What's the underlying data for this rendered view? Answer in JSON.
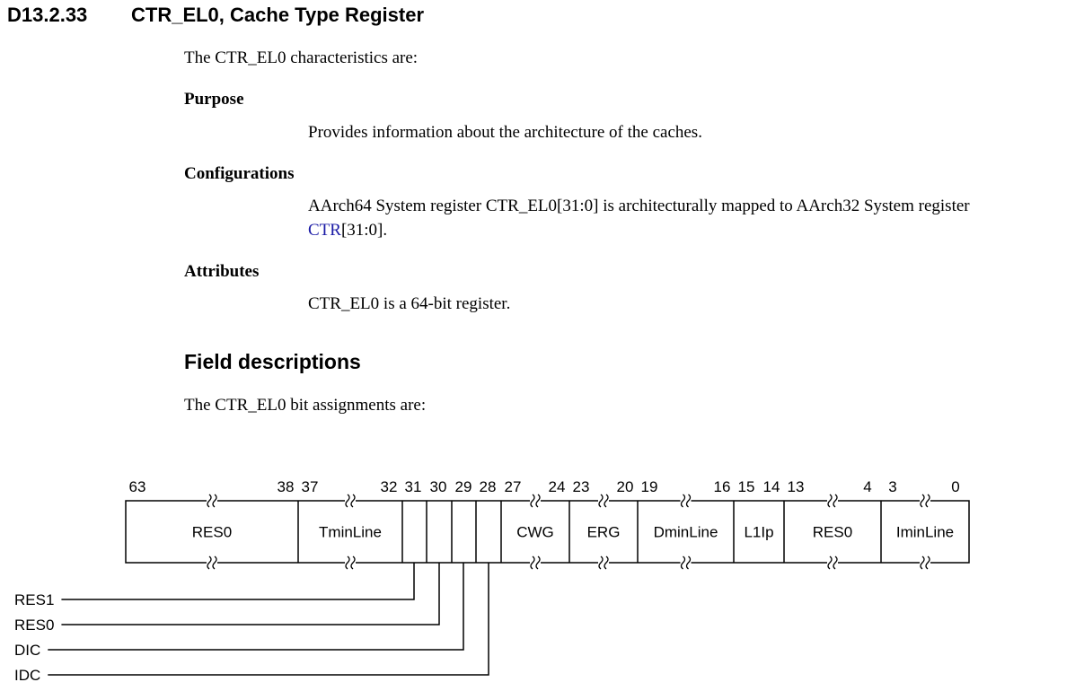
{
  "section": {
    "number": "D13.2.33",
    "title": "CTR_EL0, Cache Type Register"
  },
  "intro": "The CTR_EL0 characteristics are:",
  "purpose": {
    "heading": "Purpose",
    "text": "Provides information about the architecture of the caches."
  },
  "configurations": {
    "heading": "Configurations",
    "line1": "AArch64 System register CTR_EL0[31:0] is architecturally mapped to AArch32 System register",
    "link": "CTR",
    "link_suffix": "[31:0]."
  },
  "attributes": {
    "heading": "Attributes",
    "text": "CTR_EL0 is a 64-bit register."
  },
  "field_descriptions": {
    "heading": "Field descriptions",
    "intro": "The CTR_EL0 bit assignments are:"
  },
  "register": {
    "fields": [
      {
        "name": "RES0",
        "high": 63,
        "low": 38
      },
      {
        "name": "TminLine",
        "high": 37,
        "low": 32
      },
      {
        "name": "",
        "high": 31,
        "low": 31
      },
      {
        "name": "",
        "high": 30,
        "low": 30
      },
      {
        "name": "",
        "high": 29,
        "low": 29
      },
      {
        "name": "",
        "high": 28,
        "low": 28
      },
      {
        "name": "CWG",
        "high": 27,
        "low": 24
      },
      {
        "name": "ERG",
        "high": 23,
        "low": 20
      },
      {
        "name": "DminLine",
        "high": 19,
        "low": 16
      },
      {
        "name": "L1Ip",
        "high": 15,
        "low": 14
      },
      {
        "name": "RES0",
        "high": 13,
        "low": 4
      },
      {
        "name": "IminLine",
        "high": 3,
        "low": 0
      }
    ],
    "bit_labels": [
      "63",
      "38",
      "37",
      "32",
      "31",
      "30",
      "29",
      "28",
      "27",
      "24",
      "23",
      "20",
      "19",
      "16",
      "15",
      "14",
      "13",
      "4",
      "3",
      "0"
    ],
    "callouts": [
      {
        "label": "RES1",
        "bit": 31
      },
      {
        "label": "RES0",
        "bit": 30
      },
      {
        "label": "DIC",
        "bit": 29
      },
      {
        "label": "IDC",
        "bit": 28
      }
    ]
  }
}
